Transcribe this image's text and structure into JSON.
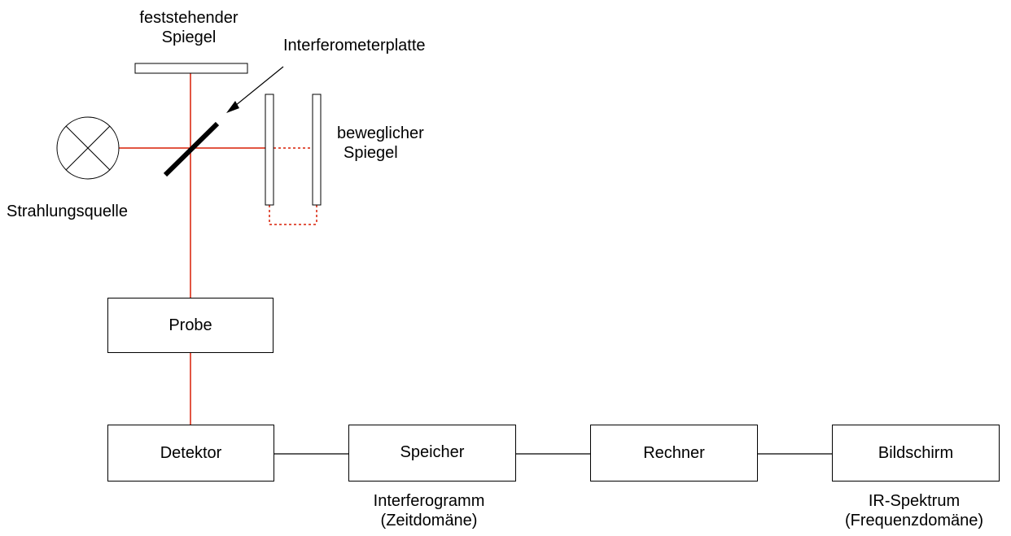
{
  "colors": {
    "beam": "#d81e05",
    "line": "#000000",
    "background": "#ffffff"
  },
  "labels": {
    "fixed_mirror": [
      "feststehender",
      "Spiegel"
    ],
    "beam_splitter": "Interferometerplatte",
    "movable_mirror": [
      "beweglicher",
      "Spiegel"
    ],
    "source": "Strahlungsquelle",
    "interferogram": [
      "Interferogramm",
      "(Zeitdomäne)"
    ],
    "spectrum": [
      "IR-Spektrum",
      "(Frequenzdomäne)"
    ]
  },
  "boxes": {
    "sample": "Probe",
    "detector": "Detektor",
    "memory": "Speicher",
    "computer": "Rechner",
    "screen": "Bildschirm"
  },
  "icons": {
    "source": "lamp-crossed-circle-icon"
  }
}
